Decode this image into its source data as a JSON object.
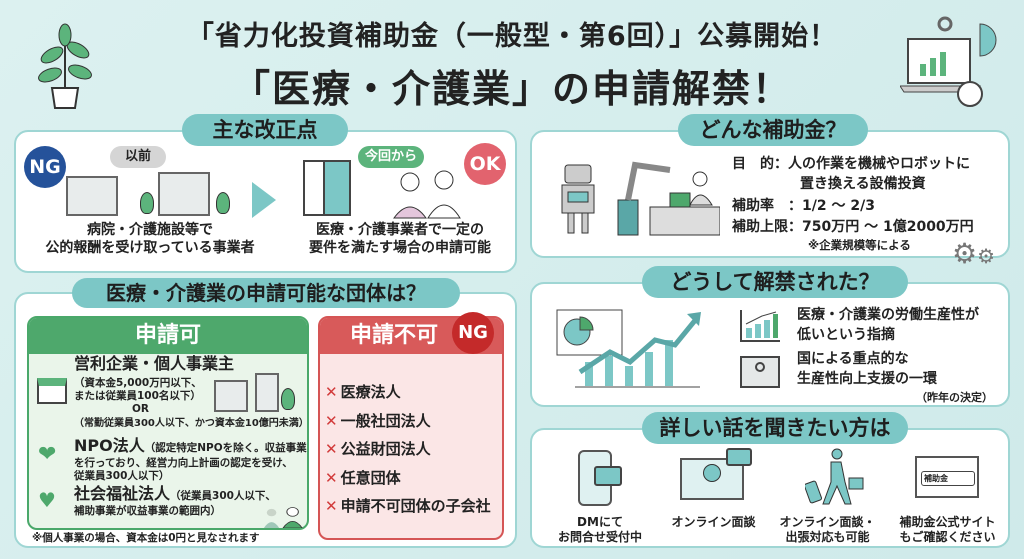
{
  "title": {
    "line1": "「省力化投資補助金（一般型・第6回）」公募開始！",
    "line2": "「医療・介護業」の申請解禁！"
  },
  "changes": {
    "header": "主な改正点",
    "before_badge": "NG",
    "before_tag": "以前",
    "before_text_1": "病院・介護施設等で",
    "before_text_2": "公的報酬を受け取っている事業者",
    "after_tag": "今回から",
    "after_badge": "OK",
    "after_text_1": "医療・介護事業者で一定の",
    "after_text_2": "要件を満たす場合の申請可能"
  },
  "eligible": {
    "header": "医療・介護業の申請可能な団体は？",
    "ok_header": "申請可",
    "corp_title": "営利企業・個人事業主",
    "corp_cond_1": "（資本金5,000万円以下、",
    "corp_cond_2": "または従業員100名以下）",
    "corp_or": "OR",
    "corp_cond_3": "（常勤従業員300人以下、かつ資本金10億円未満）",
    "npo_title": "NPO法人",
    "npo_cond_1": "（認定特定NPOを除く。収益事業",
    "npo_cond_2": "を行っており、経営力向上計画の認定を受け、",
    "npo_cond_3": "従業員300人以下）",
    "welfare_title": "社会福祉法人",
    "welfare_cond_1": "（従業員300人以下、",
    "welfare_cond_2": "補助事業が収益事業の範囲内）",
    "footnote": "※個人事業の場合、資本金は0円と見なされます",
    "ng_header": "申請不可",
    "ng_badge": "NG",
    "ng_items": [
      "医療法人",
      "一般社団法人",
      "公益財団法人",
      "任意団体",
      "申請不可団体の子会社"
    ]
  },
  "subsidy": {
    "header": "どんな補助金？",
    "purpose_label": "目　的：",
    "purpose_1": "人の作業を機械やロボットに",
    "purpose_2": "置き換える設備投資",
    "rate_label": "補助率　：",
    "rate": "1/2 〜 2/3",
    "limit_label": "補助上限：",
    "limit": "750万円 〜 1億2000万円",
    "limit_note": "※企業規模等による"
  },
  "reason": {
    "header": "どうして解禁された？",
    "r1_1": "医療・介護業の労働生産性が",
    "r1_2": "低いという指摘",
    "r2_1": "国による重点的な",
    "r2_2": "生産性向上支援の一環",
    "r2_note": "（昨年の決定）"
  },
  "contact": {
    "header": "詳しい話を聞きたい方は",
    "search_box": "補助金",
    "items": [
      {
        "l1": "DMにて",
        "l2": "お問合せ受付中"
      },
      {
        "l1": "オンライン面談",
        "l2": ""
      },
      {
        "l1": "オンライン面談・",
        "l2": "出張対応も可能"
      },
      {
        "l1": "補助金公式サイト",
        "l2": "もご確認ください"
      }
    ]
  },
  "colors": {
    "teal": "#7cc7c6",
    "green": "#4ea86c",
    "red": "#d85a5a",
    "ng_blue": "#25529a",
    "ok_pink": "#e2636e"
  }
}
